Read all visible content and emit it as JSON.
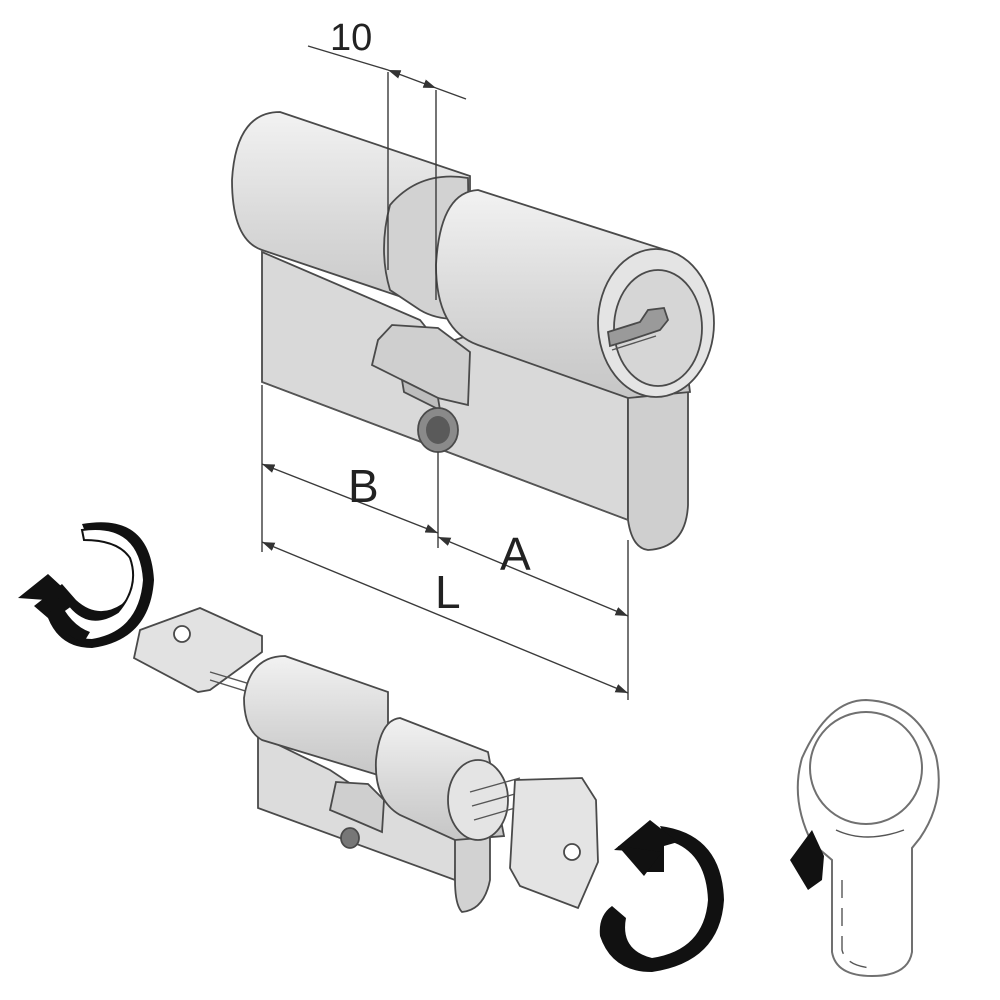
{
  "labels": {
    "cam_width": "10",
    "dim_b": "B",
    "dim_a": "A",
    "dim_l": "L"
  },
  "colors": {
    "body_fill": "#dcdcdc",
    "body_light": "#ececec",
    "body_dark": "#c9c9c9",
    "outline": "#4a4a4a",
    "arrow": "#111111",
    "keyhole_outline": "#707070"
  },
  "icons": {
    "rotate_arrow_left": "rotate-arrow-icon",
    "rotate_arrow_right": "rotate-arrow-icon"
  }
}
